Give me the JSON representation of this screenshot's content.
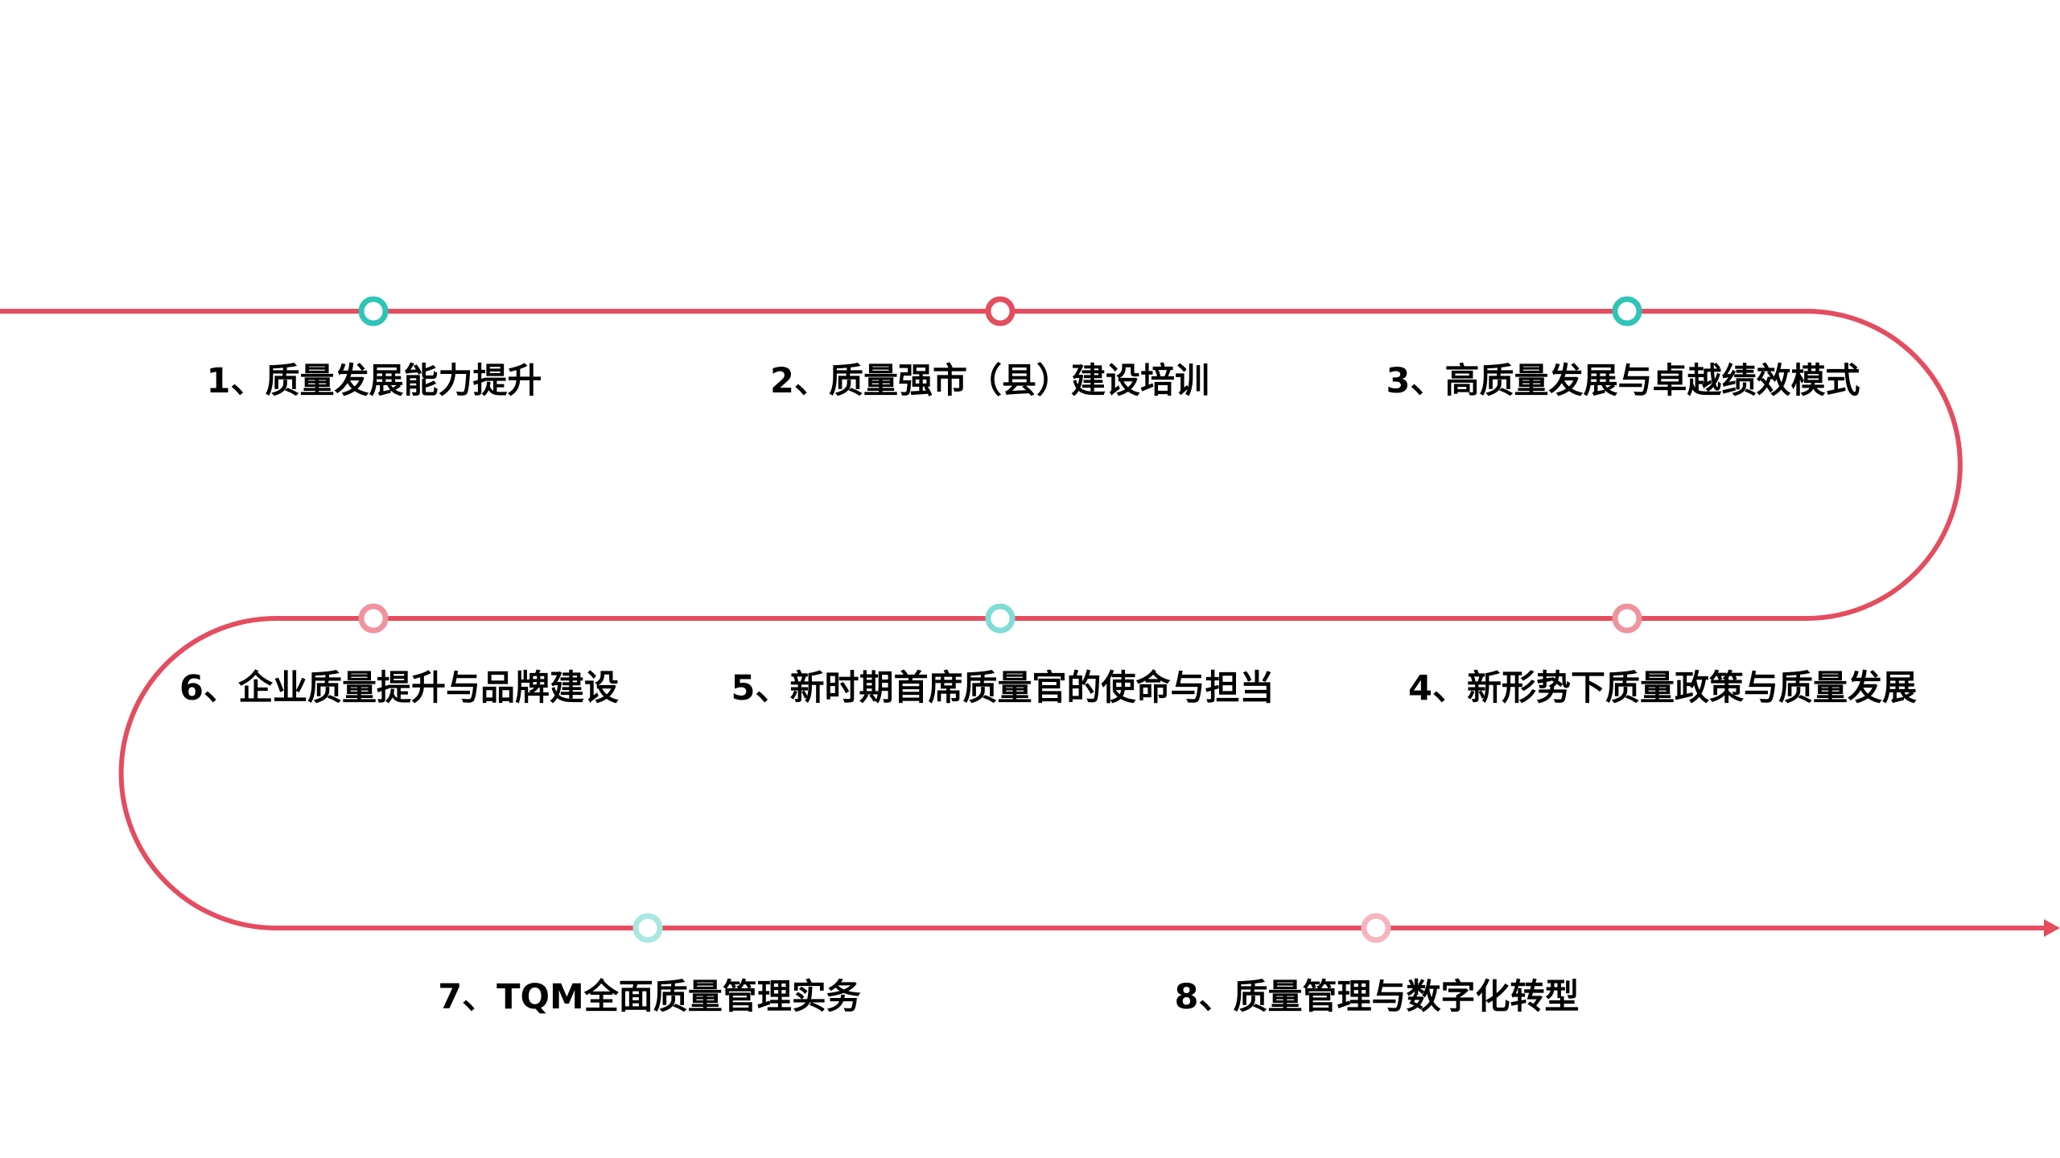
{
  "colors": {
    "path": "#E44D5F",
    "teal": "#2EC4B6",
    "pink": "#F0939E",
    "light_teal": "#7FDDD5",
    "pale_teal": "#A8E8E3",
    "light_pink": "#F4B6BE",
    "red": "#E44D5F"
  },
  "steps": [
    {
      "label": "1、质量发展能力提升",
      "color": "teal"
    },
    {
      "label": "2、质量强市（县）建设培训",
      "color": "red"
    },
    {
      "label": "3、高质量发展与卓越绩效模式",
      "color": "teal"
    },
    {
      "label": "4、新形势下质量政策与质量发展",
      "color": "pink"
    },
    {
      "label": "5、新时期首席质量官的使命与担当",
      "color": "light_teal"
    },
    {
      "label": "6、企业质量提升与品牌建设",
      "color": "pink"
    },
    {
      "label": "7、TQM全面质量管理实务",
      "color": "pale_teal"
    },
    {
      "label": "8、质量管理与数字化转型",
      "color": "light_pink"
    }
  ]
}
